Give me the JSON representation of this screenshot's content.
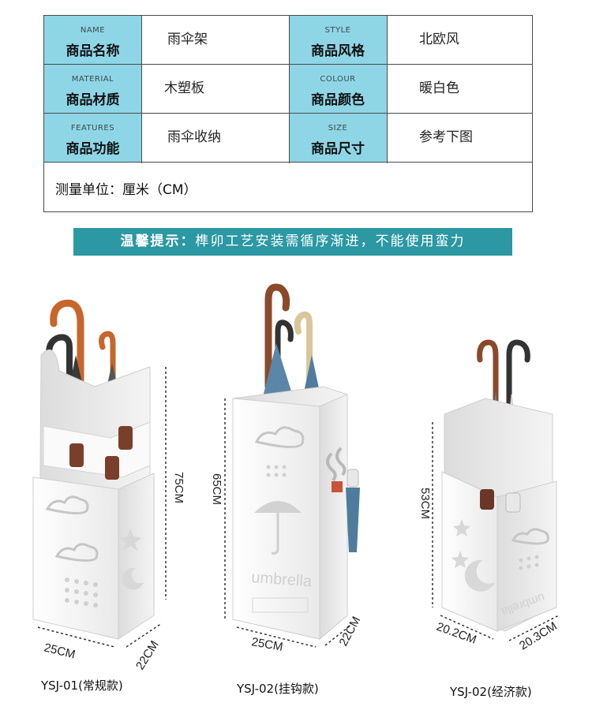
{
  "spec_table": {
    "rows": [
      {
        "left_en": "NAME",
        "left_zh": "商品名称",
        "left_value": "雨伞架",
        "right_en": "STYLE",
        "right_zh": "商品风格",
        "right_value": "北欧风"
      },
      {
        "left_en": "MATERIAL",
        "left_zh": "商品材质",
        "left_value": "木塑板",
        "right_en": "COLOUR",
        "right_zh": "商品颜色",
        "right_value": "暖白色"
      },
      {
        "left_en": "FEATURES",
        "left_zh": "商品功能",
        "left_value": "雨伞收纳",
        "right_en": "SIZE",
        "right_zh": "商品尺寸",
        "right_value": "参考下图"
      }
    ],
    "unit_note": "测量单位：厘米（CM）"
  },
  "tip": {
    "label": "温馨提示：",
    "text": "榫卯工艺安装需循序渐进，不能使用蛮力"
  },
  "colors": {
    "label_bg": "#8ed6e6",
    "tip_bg": "#2b98a3",
    "handle_orange": "#c8652b",
    "handle_brown": "#8a4a2a",
    "handle_cream": "#d9c79a",
    "umbrella_blue": "#5b86a8"
  },
  "products": [
    {
      "model": "YSJ-01(常规款)",
      "height": "75CM",
      "width": "25CM",
      "depth": "22CM",
      "print_text": ""
    },
    {
      "model": "YSJ-02(挂钩款)",
      "height": "65CM",
      "width": "25CM",
      "depth": "22CM",
      "print_text": "umbrella"
    },
    {
      "model": "YSJ-02(经济款)",
      "height": "53CM",
      "width": "20.2CM",
      "depth": "20.3CM",
      "print_text": "umbrella"
    }
  ]
}
